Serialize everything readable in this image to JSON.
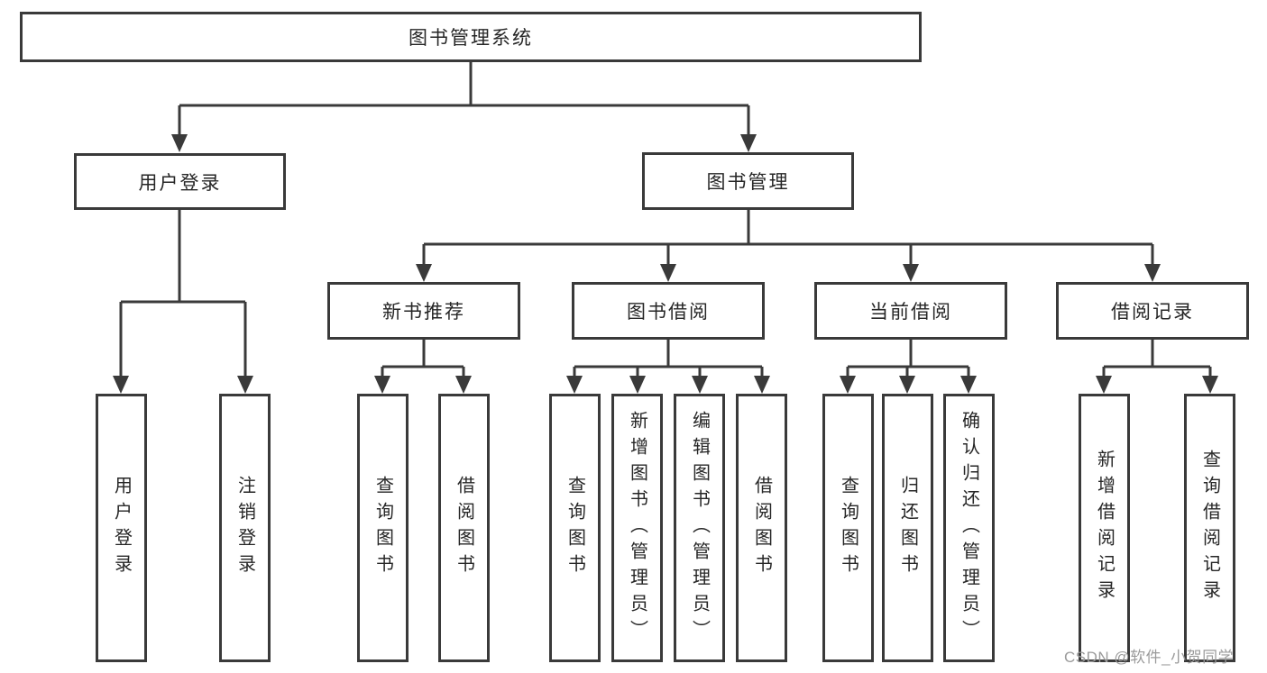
{
  "tree": {
    "label": "图书管理系统",
    "children": [
      {
        "label": "用户登录",
        "children": [
          {
            "label": "用户登录"
          },
          {
            "label": "注销登录"
          }
        ]
      },
      {
        "label": "图书管理",
        "children": [
          {
            "label": "新书推荐",
            "children": [
              {
                "label": "查询图书"
              },
              {
                "label": "借阅图书"
              }
            ]
          },
          {
            "label": "图书借阅",
            "children": [
              {
                "label": "查询图书"
              },
              {
                "label": "新增图书（管理员）"
              },
              {
                "label": "编辑图书（管理员）"
              },
              {
                "label": "借阅图书"
              }
            ]
          },
          {
            "label": "当前借阅",
            "children": [
              {
                "label": "查询图书"
              },
              {
                "label": "归还图书"
              },
              {
                "label": "确认归还（管理员）"
              }
            ]
          },
          {
            "label": "借阅记录",
            "children": [
              {
                "label": "新增借阅记录"
              },
              {
                "label": "查询借阅记录"
              }
            ]
          }
        ]
      }
    ]
  },
  "watermark": {
    "text": "CSDN @软件_小贺同学"
  },
  "colors": {
    "line": "#3a3a3a",
    "text": "#262626",
    "watermark": "#9b9b9b",
    "background": "#ffffff"
  }
}
